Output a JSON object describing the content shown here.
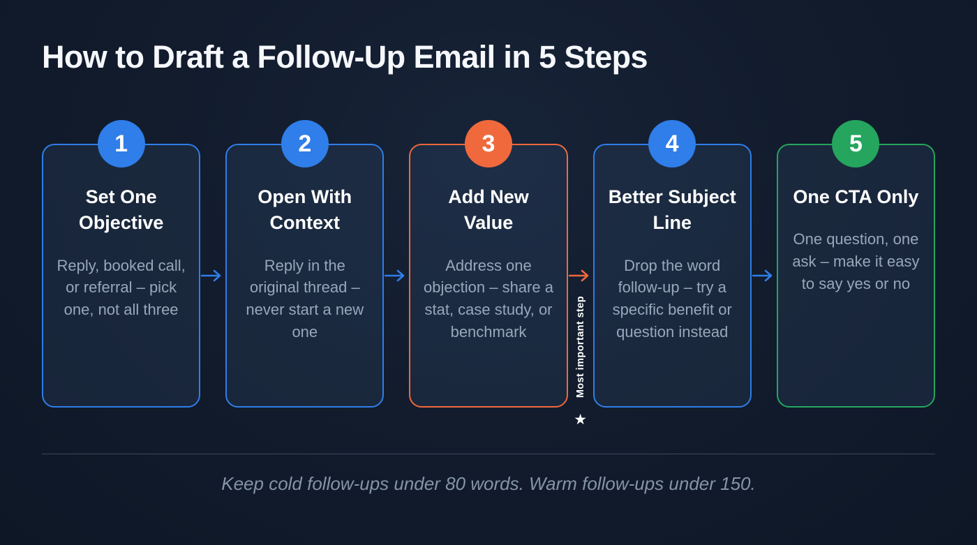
{
  "title": "How to Draft a Follow-Up Email in 5 Steps",
  "colors": {
    "background": "#121c2d",
    "blue": "#2f7ee9",
    "orange": "#f0693c",
    "green": "#25a55e",
    "card_fill": "rgba(70,103,150,0.16)",
    "body_text": "#99a7bb"
  },
  "steps": [
    {
      "number": "1",
      "accent": "#2f7ee9",
      "title": "Set One Objective",
      "body": "Reply, booked call, or referral – pick one, not all three"
    },
    {
      "number": "2",
      "accent": "#2f7ee9",
      "title": "Open With Context",
      "body": "Reply in the original thread – never start a new one"
    },
    {
      "number": "3",
      "accent": "#f0693c",
      "title": "Add New Value",
      "body": "Address one objection – share a stat, case study, or benchmark"
    },
    {
      "number": "4",
      "accent": "#2f7ee9",
      "title": "Better Subject Line",
      "body": "Drop the word follow-up – try a specific benefit or question instead"
    },
    {
      "number": "5",
      "accent": "#25a55e",
      "title": "One CTA Only",
      "body": "One question, one ask – make it easy to say yes or no"
    }
  ],
  "annotation": {
    "label": "Most important step",
    "star": "★"
  },
  "footer": "Keep cold follow-ups under 80 words. Warm follow-ups under 150."
}
